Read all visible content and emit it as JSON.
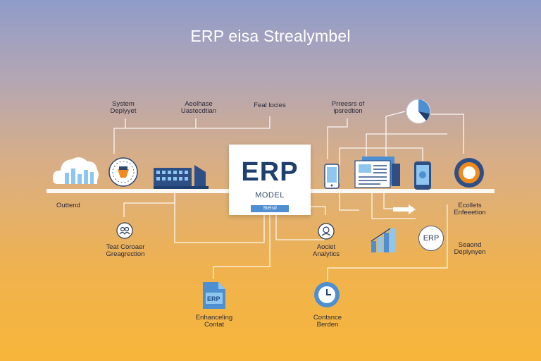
{
  "title": "ERP eisa Strealymbel",
  "center": {
    "main": "ERP",
    "sub": "MODEL",
    "button": "Stelsd"
  },
  "labels": {
    "system_deployment": "System\nDeplyyet",
    "realtime_updates": "Aeolhase\nUastecdtian",
    "feature_nodes": "Feal locies",
    "process_integration": "Prreesrs of\nipsredtion",
    "outend": "Outtend",
    "tool_integration": "Teat Coroaer\nGreagrection",
    "analytics": "Aociet\nAnalytics",
    "ecollets_federation": "Ecollets\nEnfeeetion",
    "second_deployment": "Seaond\nDeplynyen",
    "enhancing_contact": "Enhanceling\nContat",
    "contract_border": "Contsnce\nBerden"
  },
  "badges": {
    "erp_circle": "ERP",
    "doc_label": "ERP"
  },
  "colors": {
    "navy": "#1f3f6e",
    "accent_blue": "#4d8fd0",
    "light_blue": "#8ec6f0",
    "orange": "#f08a1c",
    "line": "#ffffff"
  },
  "icons": [
    "cloud-bar-chart-icon",
    "clock-badge-icon",
    "factory-building-icon",
    "tablet-icon",
    "documents-stack-icon",
    "smartphone-icon",
    "pie-chart-icon",
    "donut-ring-icon",
    "people-circle-icon",
    "team-circle-icon",
    "bar-chart-icon",
    "arrow-right-icon",
    "document-erp-icon",
    "stopwatch-icon"
  ]
}
